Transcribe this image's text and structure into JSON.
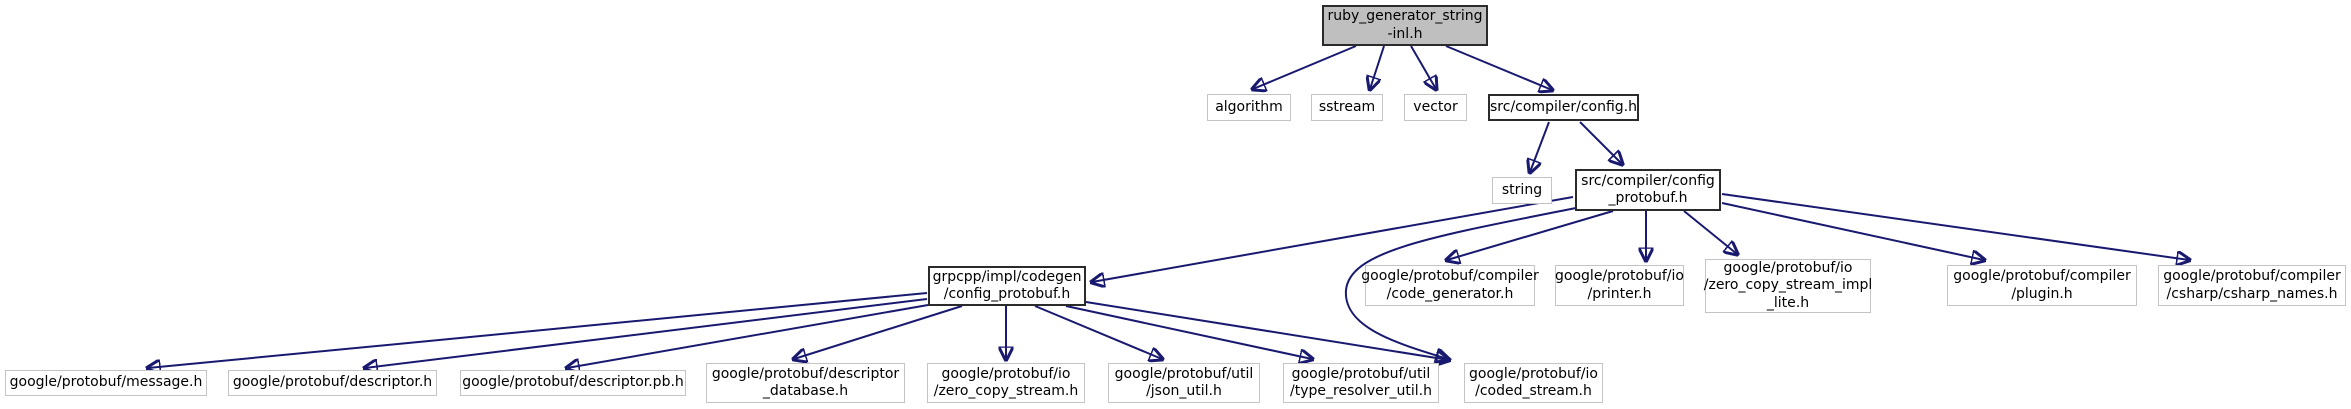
{
  "diagram": {
    "type": "include-dependency-graph",
    "root_file": "ruby_generator_string\n-inl.h",
    "colors": {
      "edge": "#191970",
      "root_fill": "#bfbfbf",
      "documented_border": "#2b2b2b",
      "external_border": "#c4c4c4",
      "background": "#ffffff",
      "text": "#000000"
    },
    "nodes": [
      {
        "id": "ruby_generator_string-inl.h",
        "label": "ruby_generator_string\n-inl.h",
        "kind": "root"
      },
      {
        "id": "algorithm",
        "label": "algorithm",
        "kind": "external"
      },
      {
        "id": "sstream",
        "label": "sstream",
        "kind": "external"
      },
      {
        "id": "vector",
        "label": "vector",
        "kind": "external"
      },
      {
        "id": "src/compiler/config.h",
        "label": "src/compiler/config.h",
        "kind": "documented"
      },
      {
        "id": "string",
        "label": "string",
        "kind": "external"
      },
      {
        "id": "src/compiler/config_protobuf.h",
        "label": "src/compiler/config\n_protobuf.h",
        "kind": "documented"
      },
      {
        "id": "grpcpp/impl/codegen/config_protobuf.h",
        "label": "grpcpp/impl/codegen\n/config_protobuf.h",
        "kind": "documented"
      },
      {
        "id": "google/protobuf/compiler/code_generator.h",
        "label": "google/protobuf/compiler\n/code_generator.h",
        "kind": "external"
      },
      {
        "id": "google/protobuf/io/printer.h",
        "label": "google/protobuf/io\n/printer.h",
        "kind": "external"
      },
      {
        "id": "google/protobuf/io/zero_copy_stream_impl_lite.h",
        "label": "google/protobuf/io\n/zero_copy_stream_impl\n_lite.h",
        "kind": "external"
      },
      {
        "id": "google/protobuf/compiler/plugin.h",
        "label": "google/protobuf/compiler\n/plugin.h",
        "kind": "external"
      },
      {
        "id": "google/protobuf/compiler/csharp/csharp_names.h",
        "label": "google/protobuf/compiler\n/csharp/csharp_names.h",
        "kind": "external"
      },
      {
        "id": "google/protobuf/message.h",
        "label": "google/protobuf/message.h",
        "kind": "external"
      },
      {
        "id": "google/protobuf/descriptor.h",
        "label": "google/protobuf/descriptor.h",
        "kind": "external"
      },
      {
        "id": "google/protobuf/descriptor.pb.h",
        "label": "google/protobuf/descriptor.pb.h",
        "kind": "external"
      },
      {
        "id": "google/protobuf/descriptor_database.h",
        "label": "google/protobuf/descriptor\n_database.h",
        "kind": "external"
      },
      {
        "id": "google/protobuf/io/zero_copy_stream.h",
        "label": "google/protobuf/io\n/zero_copy_stream.h",
        "kind": "external"
      },
      {
        "id": "google/protobuf/util/json_util.h",
        "label": "google/protobuf/util\n/json_util.h",
        "kind": "external"
      },
      {
        "id": "google/protobuf/util/type_resolver_util.h",
        "label": "google/protobuf/util\n/type_resolver_util.h",
        "kind": "external"
      },
      {
        "id": "google/protobuf/io/coded_stream.h",
        "label": "google/protobuf/io\n/coded_stream.h",
        "kind": "external"
      }
    ],
    "edges": [
      {
        "from": "ruby_generator_string-inl.h",
        "to": "algorithm"
      },
      {
        "from": "ruby_generator_string-inl.h",
        "to": "sstream"
      },
      {
        "from": "ruby_generator_string-inl.h",
        "to": "vector"
      },
      {
        "from": "ruby_generator_string-inl.h",
        "to": "src/compiler/config.h"
      },
      {
        "from": "src/compiler/config.h",
        "to": "string"
      },
      {
        "from": "src/compiler/config.h",
        "to": "src/compiler/config_protobuf.h"
      },
      {
        "from": "src/compiler/config_protobuf.h",
        "to": "grpcpp/impl/codegen/config_protobuf.h"
      },
      {
        "from": "src/compiler/config_protobuf.h",
        "to": "google/protobuf/compiler/code_generator.h"
      },
      {
        "from": "src/compiler/config_protobuf.h",
        "to": "google/protobuf/io/printer.h"
      },
      {
        "from": "src/compiler/config_protobuf.h",
        "to": "google/protobuf/io/zero_copy_stream_impl_lite.h"
      },
      {
        "from": "src/compiler/config_protobuf.h",
        "to": "google/protobuf/compiler/plugin.h"
      },
      {
        "from": "src/compiler/config_protobuf.h",
        "to": "google/protobuf/compiler/csharp/csharp_names.h"
      },
      {
        "from": "src/compiler/config_protobuf.h",
        "to": "google/protobuf/io/coded_stream.h"
      },
      {
        "from": "grpcpp/impl/codegen/config_protobuf.h",
        "to": "google/protobuf/message.h"
      },
      {
        "from": "grpcpp/impl/codegen/config_protobuf.h",
        "to": "google/protobuf/descriptor.h"
      },
      {
        "from": "grpcpp/impl/codegen/config_protobuf.h",
        "to": "google/protobuf/descriptor.pb.h"
      },
      {
        "from": "grpcpp/impl/codegen/config_protobuf.h",
        "to": "google/protobuf/descriptor_database.h"
      },
      {
        "from": "grpcpp/impl/codegen/config_protobuf.h",
        "to": "google/protobuf/io/zero_copy_stream.h"
      },
      {
        "from": "grpcpp/impl/codegen/config_protobuf.h",
        "to": "google/protobuf/util/json_util.h"
      },
      {
        "from": "grpcpp/impl/codegen/config_protobuf.h",
        "to": "google/protobuf/util/type_resolver_util.h"
      },
      {
        "from": "grpcpp/impl/codegen/config_protobuf.h",
        "to": "google/protobuf/io/coded_stream.h"
      }
    ]
  }
}
